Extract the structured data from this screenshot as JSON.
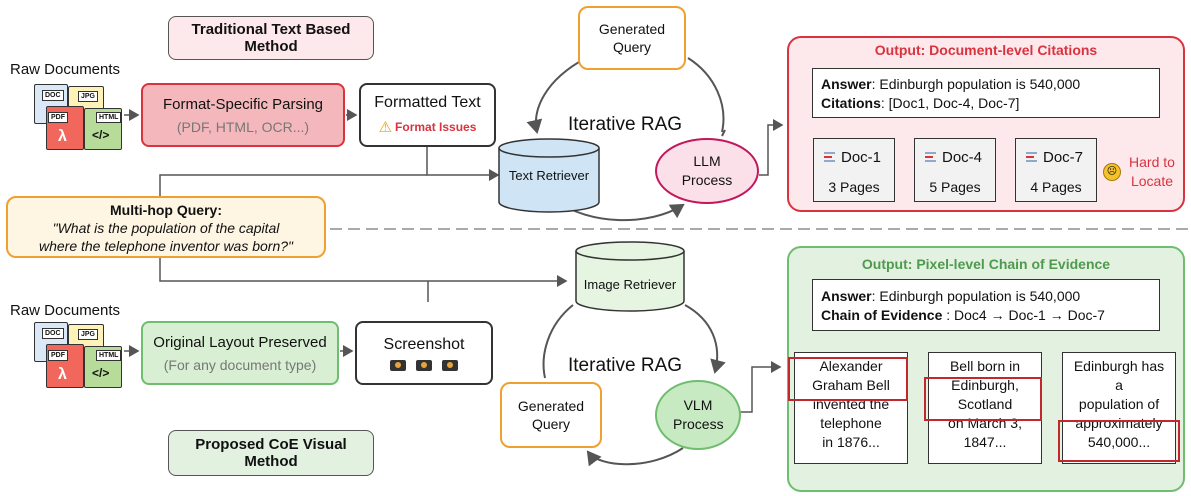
{
  "colors": {
    "red": "#d9333f",
    "green": "#6fbd6f",
    "orange": "#f0a030",
    "blue_cyl": "#cfe5f5"
  },
  "top": {
    "method_title": "Traditional Text Based Method",
    "raw_docs": "Raw Documents",
    "file_labels": [
      "DOC",
      "JPG",
      "PDF",
      "HTML"
    ],
    "parsing_title": "Format-Specific Parsing",
    "parsing_sub": "(PDF, HTML, OCR...)",
    "formatted_title": "Formatted Text",
    "format_issues": "Format Issues",
    "retriever": "Text Retriever",
    "generated_query": "Generated Query",
    "iterative": "Iterative RAG",
    "process": "LLM Process",
    "output_title": "Output: Document-level Citations",
    "answer_label": "Answer",
    "answer_text": ": Edinburgh population is 540,000",
    "citations_label": "Citations",
    "citations_text": ": [Doc1, Doc-4, Doc-7]",
    "docs": [
      {
        "name": "Doc-1",
        "pages": "3 Pages"
      },
      {
        "name": "Doc-4",
        "pages": "5 Pages"
      },
      {
        "name": "Doc-7",
        "pages": "4 Pages"
      }
    ],
    "hard_to_locate": "Hard to Locate"
  },
  "query": {
    "title": "Multi-hop Query:",
    "text_line1": "\"What is the population of the capital",
    "text_line2": "where the telephone inventor was born?\""
  },
  "bottom": {
    "method_title": "Proposed CoE Visual Method",
    "raw_docs": "Raw Documents",
    "file_labels": [
      "DOC",
      "JPG",
      "PDF",
      "HTML"
    ],
    "layout_title": "Original Layout Preserved",
    "layout_sub": "(For any document type)",
    "screenshot": "Screenshot",
    "retriever": "Image Retriever",
    "generated_query": "Generated Query",
    "iterative": "Iterative RAG",
    "process": "VLM Process",
    "output_title": "Output: Pixel-level Chain of Evidence",
    "answer_label": "Answer",
    "answer_text": ": Edinburgh population is 540,000",
    "coe_label": "Chain of Evidence",
    "coe_text": " : Doc4 → Doc-1 → Doc-7",
    "evidence": [
      [
        "Alexander",
        "Graham Bell",
        "invented the",
        "telephone",
        "in 1876..."
      ],
      [
        "Bell born in",
        "Edinburgh,",
        "Scotland",
        "on March 3,",
        "1847..."
      ],
      [
        "Edinburgh has",
        "a",
        "population of",
        "approximately",
        "540,000..."
      ]
    ]
  }
}
